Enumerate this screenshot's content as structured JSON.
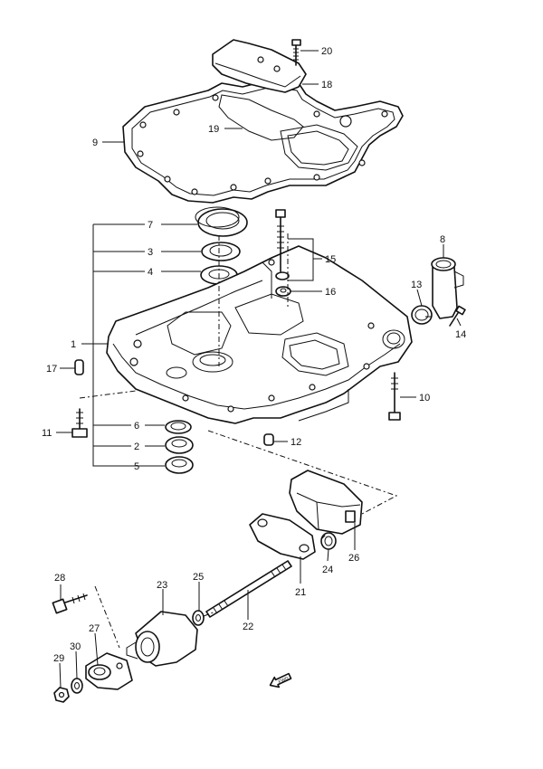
{
  "callouts": [
    {
      "id": "c1",
      "label": "1"
    },
    {
      "id": "c2",
      "label": "2"
    },
    {
      "id": "c3",
      "label": "3"
    },
    {
      "id": "c4",
      "label": "4"
    },
    {
      "id": "c5",
      "label": "5"
    },
    {
      "id": "c6",
      "label": "6"
    },
    {
      "id": "c7",
      "label": "7"
    },
    {
      "id": "c8",
      "label": "8"
    },
    {
      "id": "c9",
      "label": "9"
    },
    {
      "id": "c10",
      "label": "10"
    },
    {
      "id": "c11",
      "label": "11"
    },
    {
      "id": "c12",
      "label": "12"
    },
    {
      "id": "c13",
      "label": "13"
    },
    {
      "id": "c14",
      "label": "14"
    },
    {
      "id": "c15",
      "label": "15"
    },
    {
      "id": "c16",
      "label": "16"
    },
    {
      "id": "c17",
      "label": "17"
    },
    {
      "id": "c18",
      "label": "18"
    },
    {
      "id": "c19",
      "label": "19"
    },
    {
      "id": "c20",
      "label": "20"
    },
    {
      "id": "c21",
      "label": "21"
    },
    {
      "id": "c22",
      "label": "22"
    },
    {
      "id": "c23",
      "label": "23"
    },
    {
      "id": "c24",
      "label": "24"
    },
    {
      "id": "c25",
      "label": "25"
    },
    {
      "id": "c26",
      "label": "26"
    },
    {
      "id": "c27",
      "label": "27"
    },
    {
      "id": "c28",
      "label": "28"
    },
    {
      "id": "c29",
      "label": "29"
    },
    {
      "id": "c30",
      "label": "30"
    }
  ],
  "front_marker": {
    "label": "FWD",
    "icon": "front-arrow-icon"
  }
}
